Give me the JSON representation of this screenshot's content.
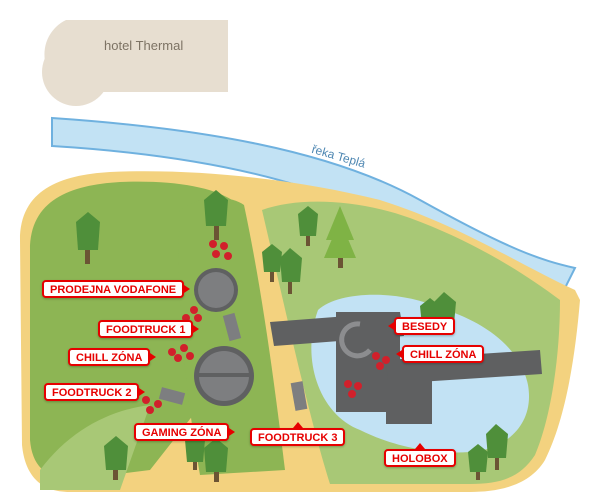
{
  "map": {
    "hotel": "hotel Thermal",
    "river": "řeka Teplá",
    "colors": {
      "grass": "#8db554",
      "grass_light": "#a8c876",
      "path": "#f3d27f",
      "water": "#c2e2f4",
      "river_border": "#6fb1df",
      "building": "#5f6061",
      "hotel": "#e7ded0",
      "accent": "#e60000"
    },
    "labels": {
      "prodejna": "PRODEJNA VODAFONE",
      "foodtruck1": "FOODTRUCK 1",
      "chill_left": "CHILL ZÓNA",
      "foodtruck2": "FOODTRUCK 2",
      "gaming": "GAMING ZÓNA",
      "foodtruck3": "FOODTRUCK 3",
      "besedy": "BESEDY",
      "chill_right": "CHILL ZÓNA",
      "holobox": "HOLOBOX"
    }
  }
}
